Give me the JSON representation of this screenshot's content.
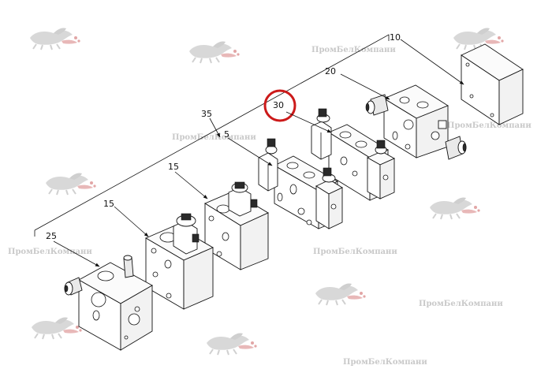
{
  "callouts": {
    "c10": "10",
    "c20": "20",
    "c30": "30",
    "c35": "35",
    "c5": "5",
    "c15a": "15",
    "c15b": "15",
    "c25": "25"
  },
  "watermark": {
    "text": "ПромБелКомпани"
  },
  "highlight": {
    "color": "#cc1a1a",
    "target": "30"
  },
  "icons": {
    "logo": "horse-logo-watermark",
    "arrow": "leader-arrow"
  }
}
